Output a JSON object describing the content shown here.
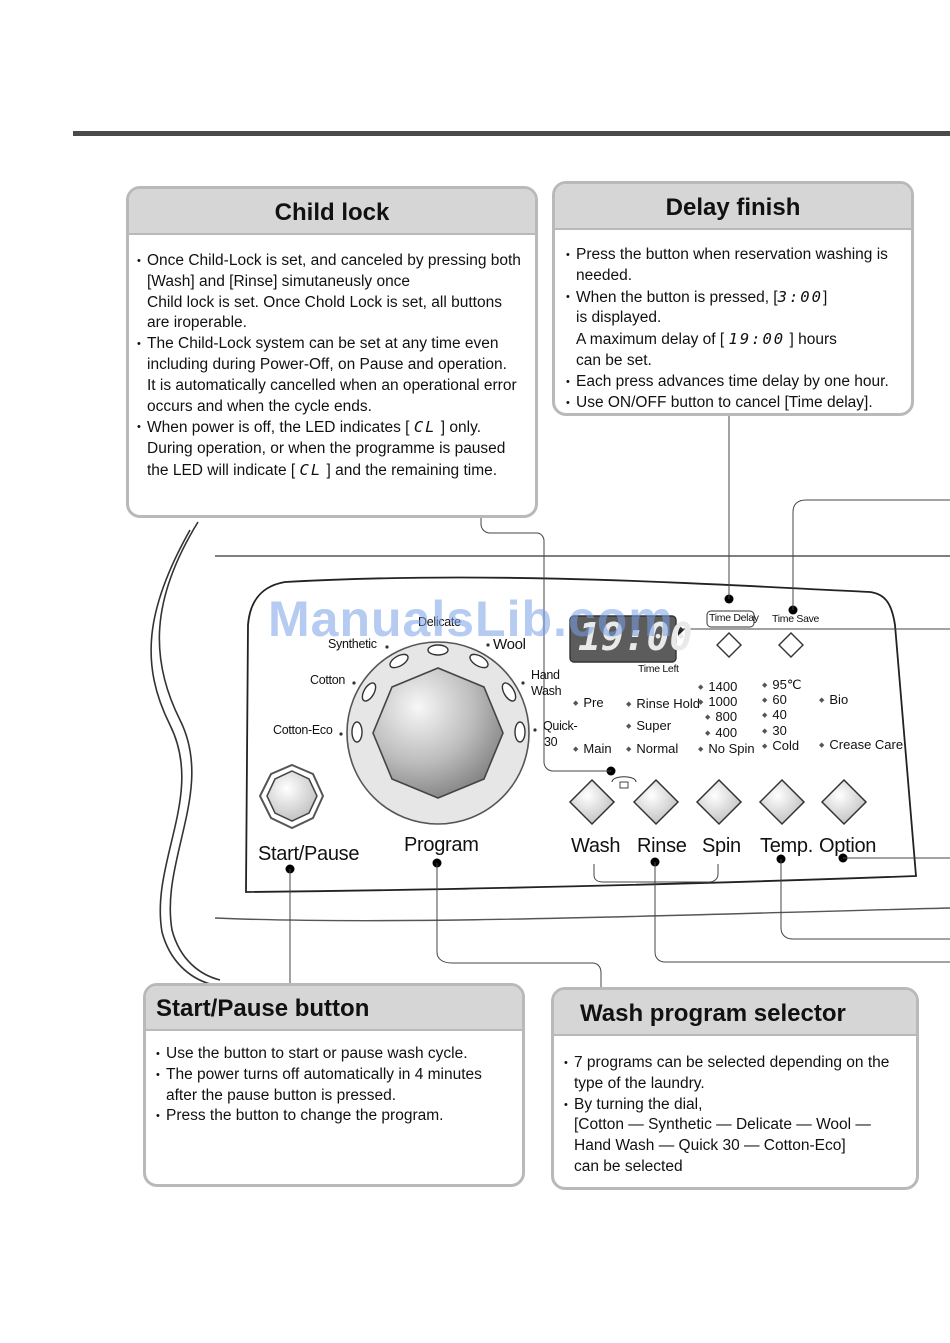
{
  "watermark": "ManualsLib.com",
  "child_lock": {
    "title": "Child lock",
    "bullets": [
      [
        "Once Child-Lock is set, and canceled by pressing both",
        "[Wash]  and [Rinse] simutaneusly once",
        "Child lock is set. Once Chold Lock is set, all buttons",
        "are iroperable."
      ],
      [
        "The Child-Lock system can be set at any time even",
        "including  during Power-Off, on Pause and operation.",
        "It is automatically cancelled when an operational error",
        "occurs and when  the cycle ends."
      ],
      [
        "When power is off, the LED indicates [",
        "During operation, or when the programme is paused",
        "the LED will indicate ["
      ],
      [
        "] only.",
        "] and the remaining time."
      ]
    ],
    "led_code": "CL"
  },
  "delay_finish": {
    "title": "Delay finish",
    "b1": [
      "Press the button when reservation washing is",
      "needed."
    ],
    "b2_pre": "When the button is pressed, [",
    "b2_code": "3:00",
    "b2_post": "]",
    "b2_l2": " is displayed.",
    "b2_l3_pre": "A maximum delay of  [",
    "b2_l3_code": "19:00",
    "b2_l3_post": "] hours",
    "b2_l4": "can be set.",
    "b3": "Each press advances time delay by one hour.",
    "b4": "Use ON/OFF button to cancel [Time delay]."
  },
  "start_pause_box": {
    "title": "Start/Pause button",
    "b1": "Use the button to start or pause wash cycle.",
    "b2": [
      "The power turns off automatically in  4 minutes",
      "after the pause button is pressed."
    ],
    "b3": "Press the button to change the program."
  },
  "wash_selector_box": {
    "title": "Wash program selector",
    "b1": [
      "7 programs can be selected depending on the",
      "type of the laundry."
    ],
    "b2": [
      "By turning the dial,",
      "[Cotton — Synthetic — Delicate — Wool —",
      " Hand Wash — Quick 30 — Cotton-Eco]",
      "can be selected"
    ]
  },
  "panel": {
    "display_value": "19:00",
    "time_left": "Time Left",
    "time_delay": "Time Delay",
    "time_save": "Time Save",
    "dial_programs": {
      "delicate": "Delicate",
      "synthetic": "Synthetic",
      "wool": "Wool",
      "cotton": "Cotton",
      "hand_wash": [
        "Hand",
        "Wash"
      ],
      "cotton_eco": "Cotton-Eco",
      "quick_30": [
        "Quick-",
        "30"
      ]
    },
    "wash_options": [
      "Pre",
      "Main"
    ],
    "rinse_options": [
      "Rinse Hold",
      "Super",
      "Normal"
    ],
    "spin_options": [
      "1400",
      "1000",
      "800",
      "400",
      "No Spin"
    ],
    "temp_options": [
      "95℃",
      "60",
      "40",
      "30",
      "Cold"
    ],
    "option_options": [
      "Bio",
      "Crease Care"
    ],
    "buttons": {
      "start_pause": "Start/Pause",
      "program": "Program",
      "wash": "Wash",
      "rinse": "Rinse",
      "spin": "Spin",
      "temp": "Temp.",
      "option": "Option"
    }
  },
  "colors": {
    "panel_line": "#222222",
    "box_border": "#b9b9b9",
    "box_head": "#d6d6d6",
    "display": "#5c5c5c"
  }
}
